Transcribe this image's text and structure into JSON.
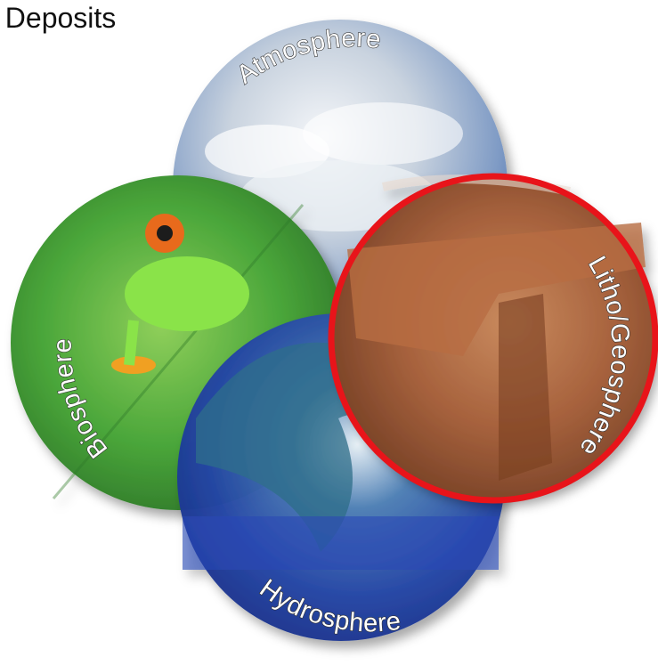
{
  "title": "Deposits",
  "spheres": [
    {
      "id": "atmosphere",
      "label": "Atmosphere"
    },
    {
      "id": "biosphere",
      "label": "Biosphere"
    },
    {
      "id": "litho",
      "label": "Litho/Geosphere",
      "highlighted": true
    },
    {
      "id": "hydrosphere",
      "label": "Hydrosphere"
    }
  ],
  "colors": {
    "highlight": "#e8141a",
    "sky": "#6a8fc9",
    "leaf": "#3f9a35",
    "rock": "#a7623d",
    "water": "#1d3f9c"
  }
}
